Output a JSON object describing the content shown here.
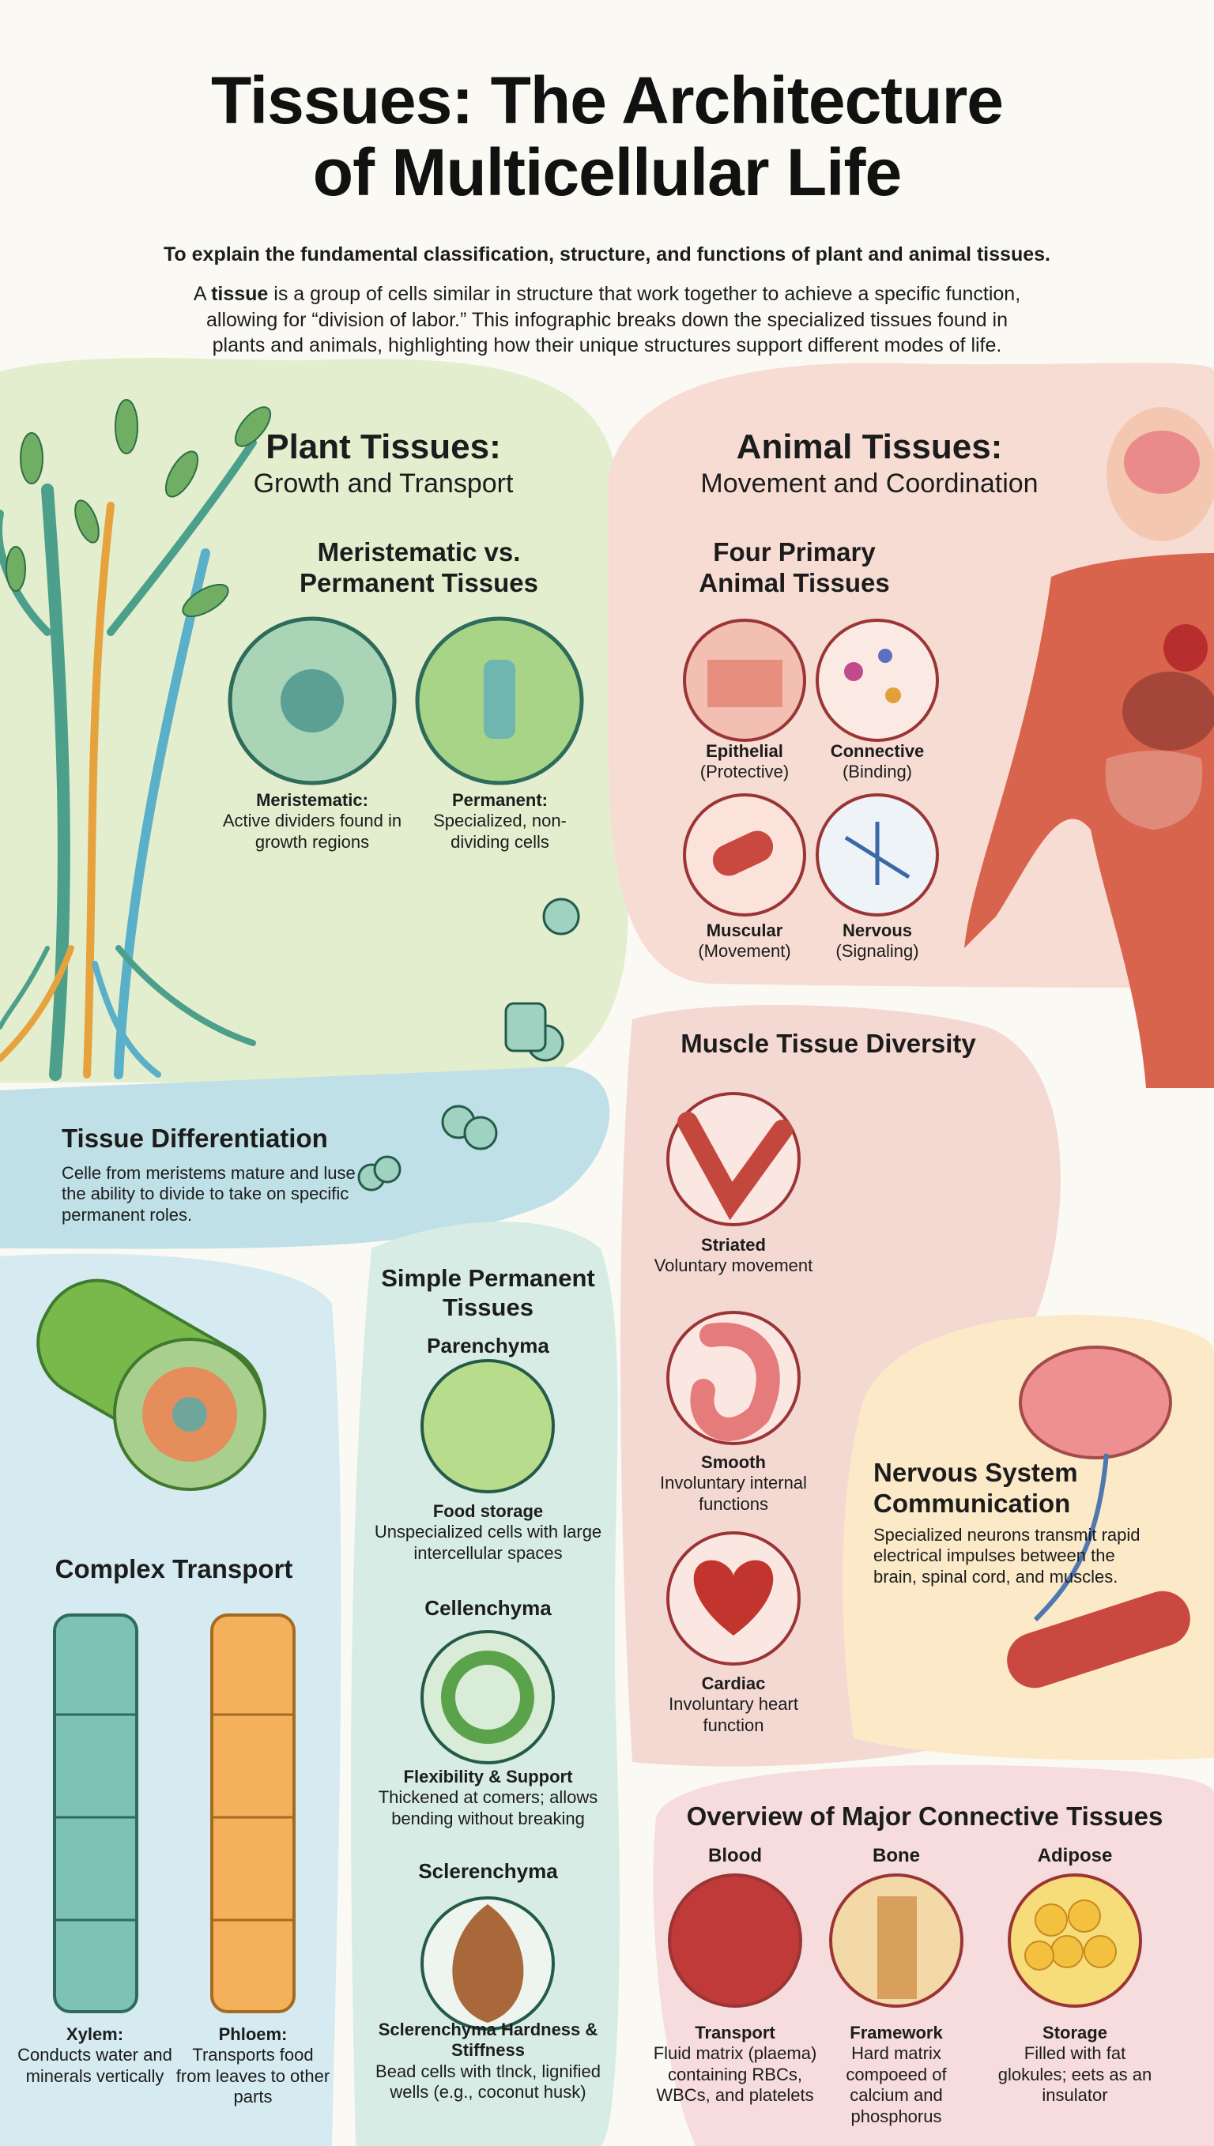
{
  "title": {
    "line1": "Tissues: The Architecture",
    "line2": "of Multicellular Life"
  },
  "subtitle": "To explain the fundamental classification, structure, and functions of plant and animal tissues.",
  "intro": {
    "pre": "A ",
    "bold": "tissue",
    "post": " is a group of cells similar in structure that work together to achieve a specific function, allowing for “division of labor.” This infographic breaks down the specialized tissues found in plants and animals, highlighting how their unique structures support different modes of life."
  },
  "plant": {
    "title": "Plant Tissues:",
    "subtitle": "Growth and Transport",
    "meristem_heading": "Meristematic vs. Permanent Tissues",
    "meristematic": {
      "name": "Meristematic:",
      "desc": "Active dividers found in growth regions"
    },
    "permanent": {
      "name": "Permanent:",
      "desc": "Specialized, non-dividing cells"
    },
    "differentiation": {
      "title": "Tissue Differentiation",
      "desc": "Celle from meristems mature and luse the ability to divide to take on specific permanent roles."
    },
    "complex": {
      "title": "Complex Transport",
      "xylem": {
        "name": "Xylem:",
        "desc": "Conducts water and minerals vertically"
      },
      "phloem": {
        "name": "Phloem:",
        "desc": "Transports food from leaves to other parts"
      }
    },
    "simple": {
      "title": "Simple Permanent Tissues",
      "items": [
        {
          "name": "Parenchyma",
          "role": "Food storage",
          "desc": "Unspecialized cells with large intercellular spaces"
        },
        {
          "name": "Cellenchyma",
          "role": "Flexibility & Support",
          "desc": "Thickened at comers; allows bending without breaking"
        },
        {
          "name": "Sclerenchyma",
          "role": "Sclerenchyma Hardness & Stiffness",
          "desc": "Bead cells with tlnck, lignified wells (e.g., coconut husk)"
        }
      ]
    }
  },
  "animal": {
    "title": "Animal Tissues:",
    "subtitle": "Movement and Coordination",
    "four_heading": "Four Primary Animal Tissues",
    "four": [
      {
        "name": "Epithelial",
        "role": "(Protective)"
      },
      {
        "name": "Connective",
        "role": "(Binding)"
      },
      {
        "name": "Muscular",
        "role": "(Movement)"
      },
      {
        "name": "Nervous",
        "role": "(Signaling)"
      }
    ],
    "muscle": {
      "title": "Muscle Tissue Diversity",
      "items": [
        {
          "name": "Striated",
          "desc": "Voluntary movement"
        },
        {
          "name": "Smooth",
          "desc": "Involuntary internal functions"
        },
        {
          "name": "Cardiac",
          "desc": "Involuntary heart function"
        }
      ]
    },
    "nervous": {
      "title": "Nervous System Communication",
      "desc": "Specialized neurons transmit rapid electrical impulses between the brain, spinal cord, and muscles."
    },
    "connective": {
      "title": "Overview of Major Connective Tissues",
      "items": [
        {
          "name": "Blood",
          "role": "Transport",
          "desc": "Fluid matrix (plaema) containing RBCs, WBCs, and platelets"
        },
        {
          "name": "Bone",
          "role": "Framework",
          "desc": "Hard matrix compoeed of calcium and phosphorus"
        },
        {
          "name": "Adipose",
          "role": "Storage",
          "desc": "Filled with fat glokules; eets as an insulator"
        }
      ]
    }
  },
  "colors": {
    "plant_green": "#e3eecf",
    "diff_blue": "#bfe0e6",
    "transport_blue": "#d5ebf1",
    "simple_mint": "#d7ece4",
    "animal_pink": "#f7dcd4",
    "muscle_pink": "#f4d9d3",
    "nervous_cream": "#fbe9c8",
    "connective_pink": "#f6dcdc"
  }
}
